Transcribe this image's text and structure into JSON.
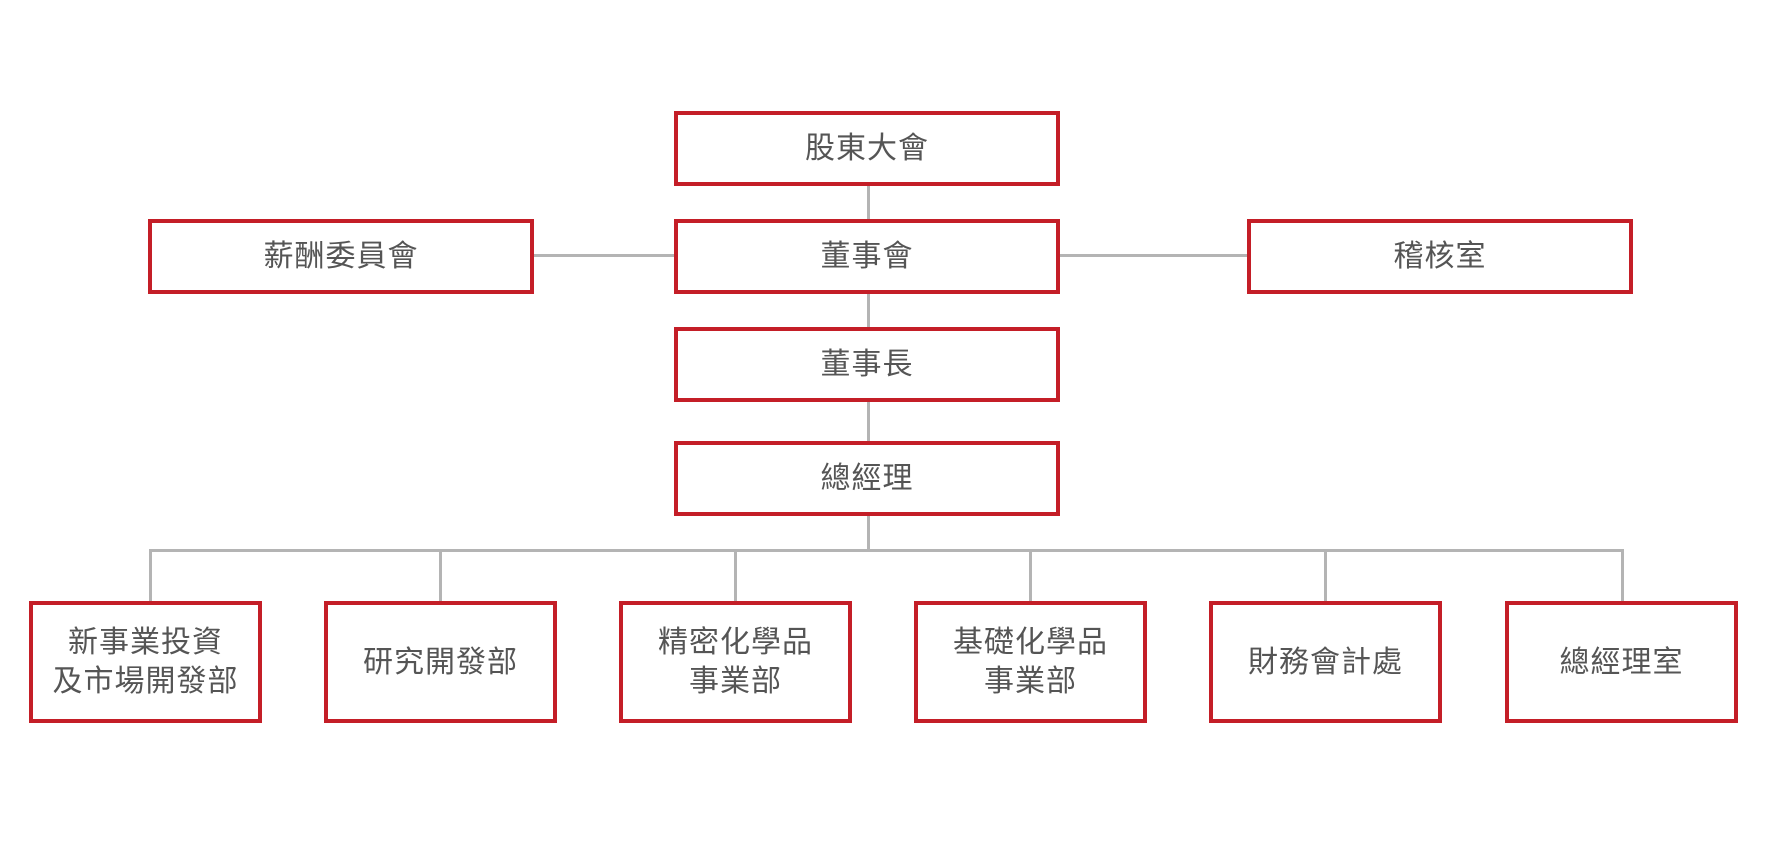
{
  "colors": {
    "box_border": "#c41e27",
    "connector": "#b4b4b4",
    "text": "#555555",
    "background": "#ffffff"
  },
  "org": {
    "shareholders_meeting": "股東大會",
    "board_of_directors": "董事會",
    "remuneration_committee": "薪酬委員會",
    "audit_office": "稽核室",
    "chairman": "董事長",
    "general_manager": "總經理",
    "departments": [
      {
        "line1": "新事業投資",
        "line2": "及市場開發部"
      },
      {
        "line1": "研究開發部",
        "line2": ""
      },
      {
        "line1": "精密化學品",
        "line2": "事業部"
      },
      {
        "line1": "基礎化學品",
        "line2": "事業部"
      },
      {
        "line1": "財務會計處",
        "line2": ""
      },
      {
        "line1": "總經理室",
        "line2": ""
      }
    ]
  }
}
